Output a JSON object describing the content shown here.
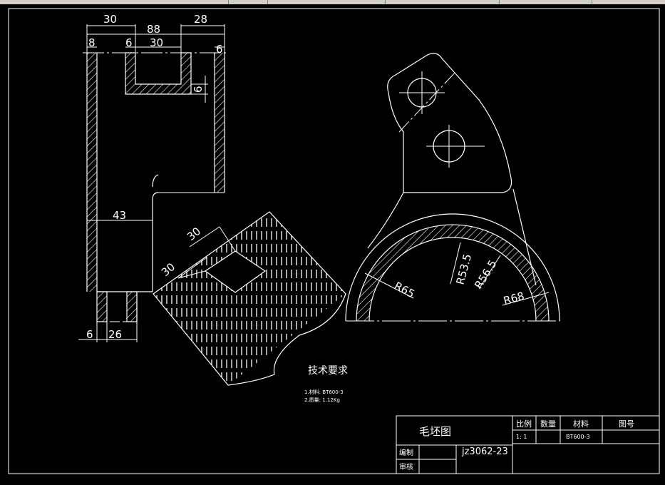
{
  "dims": {
    "top_30": "30",
    "top_88": "88",
    "top_28": "28",
    "left_8": "8",
    "inner_6": "6",
    "inner_30": "30",
    "right_6": "6",
    "vertical_6": "6",
    "mid_43": "43",
    "bottom_6": "6",
    "bottom_26": "26",
    "diamond_30a": "30",
    "diamond_30b": "30",
    "r65": "R65",
    "r53": "R53.5",
    "r56": "R56.5",
    "r68": "R68"
  },
  "notes": {
    "title": "技术要求",
    "line1": "1.材料: BT600-3",
    "line2": "2.质量: 1.12Kg"
  },
  "titleblock": {
    "part_name": "毛坯图",
    "scale_label": "比例",
    "qty_label": "数量",
    "material_label": "材料",
    "drawing_no_label": "图号",
    "scale_value": "1: 1",
    "material_value": "BT600-3",
    "editor_label": "编制",
    "drawing_code": "jz3062-23",
    "reviewer_label": "审核"
  },
  "colors": {
    "background": "#000000",
    "lines": "#ffffff",
    "window_frame": "#d4d0c8"
  }
}
